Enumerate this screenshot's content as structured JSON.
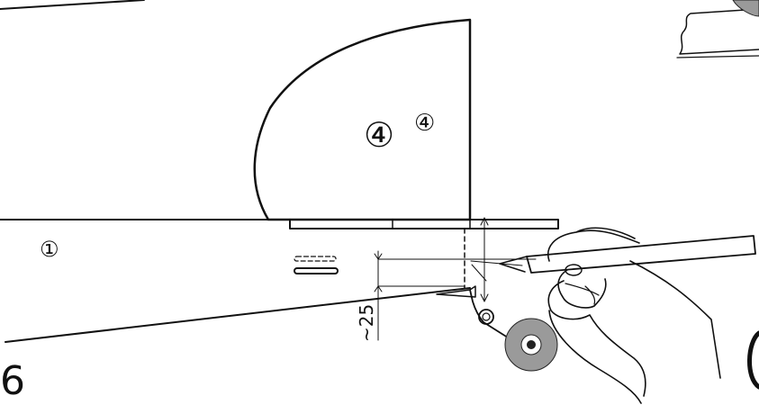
{
  "diagram": {
    "labels": {
      "part_fuselage": "①",
      "part_fin_large": "④",
      "part_fin_small": "④",
      "dimension": "~25",
      "step_number": "6"
    },
    "colors": {
      "ink": "#111111",
      "tape_gray": "#9a9a9a",
      "tape_core": "#ffffff",
      "background": "#ffffff"
    },
    "icons": {
      "tape_roll": "tape-roll-icon",
      "hand_with_knife": "hand-knife-icon"
    }
  }
}
